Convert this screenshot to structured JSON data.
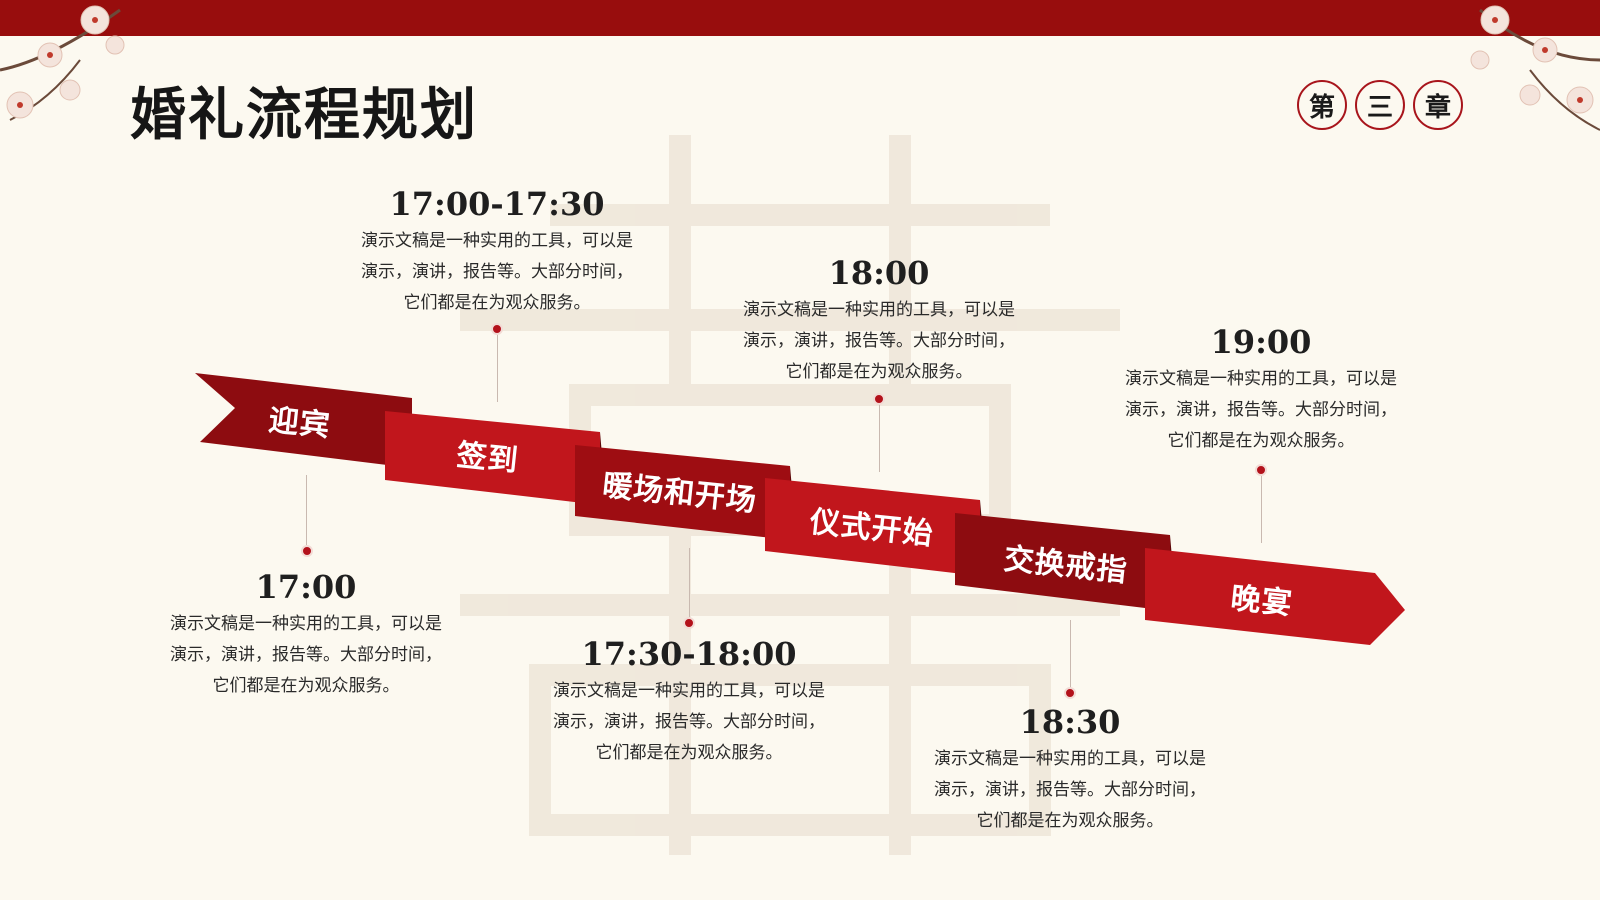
{
  "header": {
    "title": "婚礼流程规划",
    "chapter": [
      "第",
      "三",
      "章"
    ]
  },
  "colors": {
    "accent": "#980d0d",
    "ribbon_dark": "#8d0c10",
    "ribbon_light": "#c1161c",
    "background": "#fcf9f0"
  },
  "ribbon_steps": [
    {
      "label": "迎宾"
    },
    {
      "label": "签到"
    },
    {
      "label": "暖场和开场"
    },
    {
      "label": "仪式开始"
    },
    {
      "label": "交换戒指"
    },
    {
      "label": "晚宴"
    }
  ],
  "events": [
    {
      "time": "17:00",
      "desc": "演示文稿是一种实用的工具，可以是演示，演讲，报告等。大部分时间，它们都是在为观众服务。"
    },
    {
      "time": "17:00-17:30",
      "desc": "演示文稿是一种实用的工具，可以是演示，演讲，报告等。大部分时间，它们都是在为观众服务。"
    },
    {
      "time": "17:30-18:00",
      "desc": "演示文稿是一种实用的工具，可以是演示，演讲，报告等。大部分时间，它们都是在为观众服务。"
    },
    {
      "time": "18:00",
      "desc": "演示文稿是一种实用的工具，可以是演示，演讲，报告等。大部分时间，它们都是在为观众服务。"
    },
    {
      "time": "18:30",
      "desc": "演示文稿是一种实用的工具，可以是演示，演讲，报告等。大部分时间，它们都是在为观众服务。"
    },
    {
      "time": "19:00",
      "desc": "演示文稿是一种实用的工具，可以是演示，演讲，报告等。大部分时间，它们都是在为观众服务。"
    }
  ]
}
